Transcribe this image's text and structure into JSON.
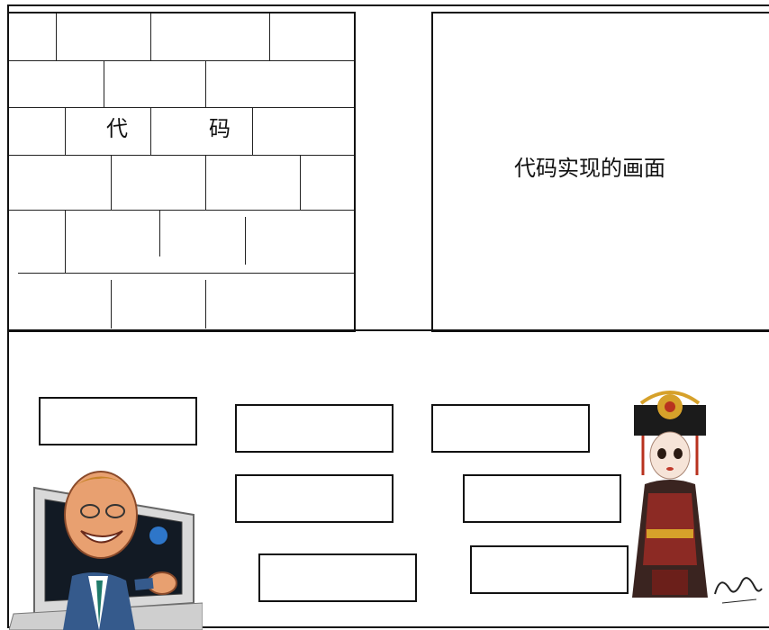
{
  "code_panel": {
    "chars": [
      "代",
      "码"
    ]
  },
  "output_panel": {
    "label": "代码实现的画面"
  },
  "blocks_count_note": "",
  "figures": {
    "left": "programmer-figure",
    "right": "princess-figure",
    "signature": "artist-signature"
  },
  "colors": {
    "line": "#111111",
    "background": "#ffffff"
  }
}
